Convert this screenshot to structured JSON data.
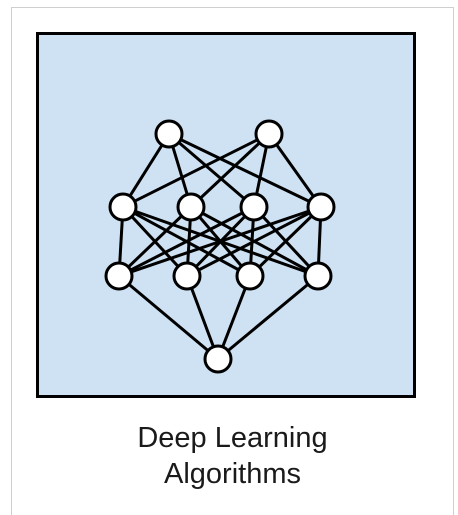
{
  "caption": {
    "line1": "Deep Learning",
    "line2": "Algorithms"
  },
  "colors": {
    "panel_fill": "#cfe2f3",
    "stroke": "#000000",
    "node_fill": "#ffffff"
  },
  "network": {
    "layers": [
      {
        "name": "layer-1",
        "node_count": 2
      },
      {
        "name": "layer-2",
        "node_count": 4
      },
      {
        "name": "layer-3",
        "node_count": 4
      },
      {
        "name": "layer-4",
        "node_count": 1
      }
    ],
    "connections": "fully-connected"
  }
}
